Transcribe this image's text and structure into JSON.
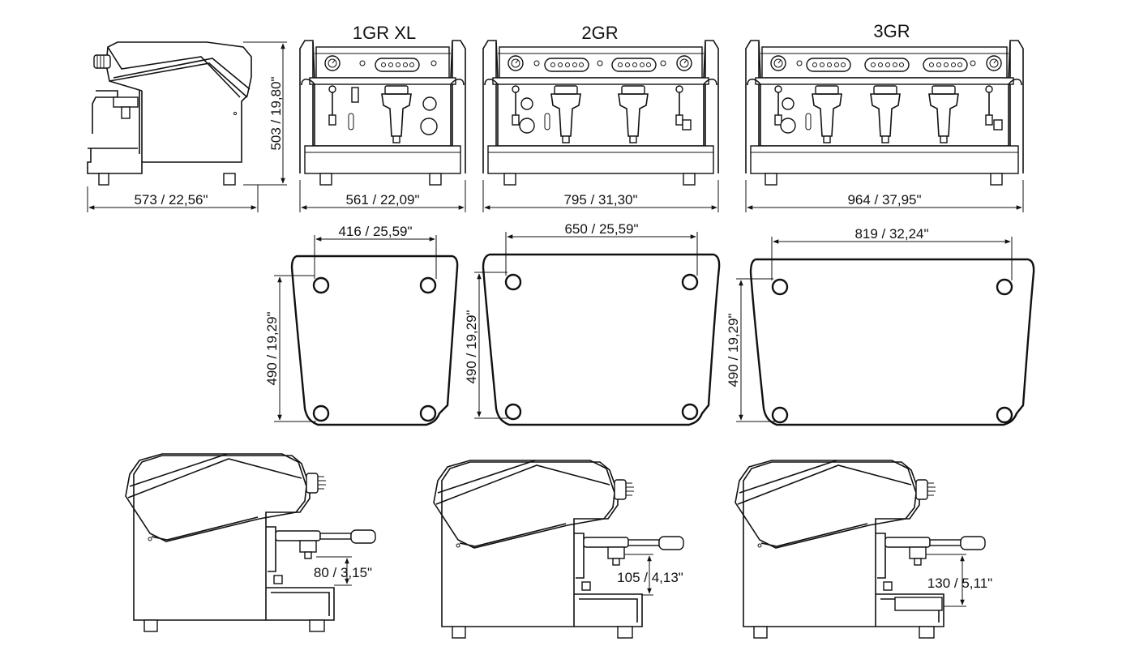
{
  "models": [
    {
      "title": "1GR XL",
      "width_label": "561  / 22,09\"",
      "foot_label": "416  / 25,59\"",
      "depth_label": "490  / 19,29\"",
      "clearance_label": "80 / 3,15\""
    },
    {
      "title": "2GR",
      "width_label": "795  / 31,30\"",
      "foot_label": "650  / 25,59\"",
      "depth_label": "490  / 19,29\"",
      "clearance_label": "105 / 4,13\""
    },
    {
      "title": "3GR",
      "width_label": "964  / 37,95\"",
      "foot_label": "819  / 32,24\"",
      "depth_label": "490  / 19,29\"",
      "clearance_label": "130 / 5,11\""
    }
  ],
  "side_view": {
    "depth_label": "573  / 22,56\"",
    "height_label": "503  / 19,80\""
  }
}
